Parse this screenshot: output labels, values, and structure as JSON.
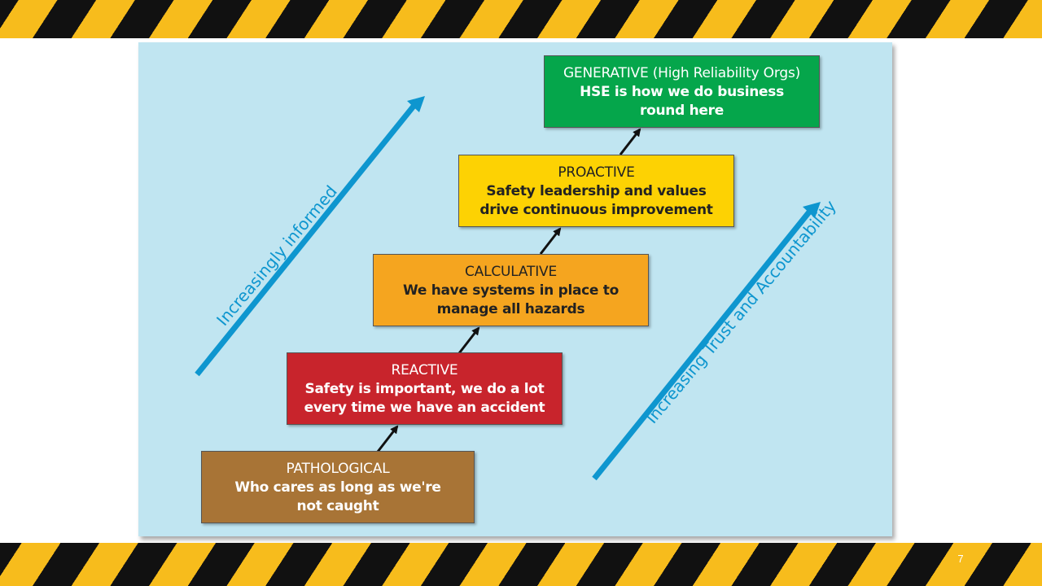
{
  "slide_number": "7",
  "stages": {
    "pathological": {
      "title": "PATHOLOGICAL",
      "line1": "Who cares as long as we're",
      "line2": "not caught"
    },
    "reactive": {
      "title": "REACTIVE",
      "line1": "Safety is important, we do a lot",
      "line2": "every time we have an accident"
    },
    "calculative": {
      "title": "CALCULATIVE",
      "line1": "We have systems in place to",
      "line2": "manage all hazards"
    },
    "proactive": {
      "title": "PROACTIVE",
      "line1": "Safety leadership and values",
      "line2": "drive continuous improvement"
    },
    "generative": {
      "title": "GENERATIVE (High Reliability Orgs)",
      "line1": "HSE is how we do business",
      "line2": "round here"
    }
  },
  "axes": {
    "left_label": "Increasingly informed",
    "right_label": "Increasing Trust and Accountability"
  },
  "colors": {
    "pathological": "#a87436",
    "reactive": "#c8242c",
    "calculative": "#f5a51f",
    "proactive": "#fdd203",
    "generative": "#05a64b",
    "axis_arrow": "#0e96cf",
    "background": "#c0e5f1"
  }
}
